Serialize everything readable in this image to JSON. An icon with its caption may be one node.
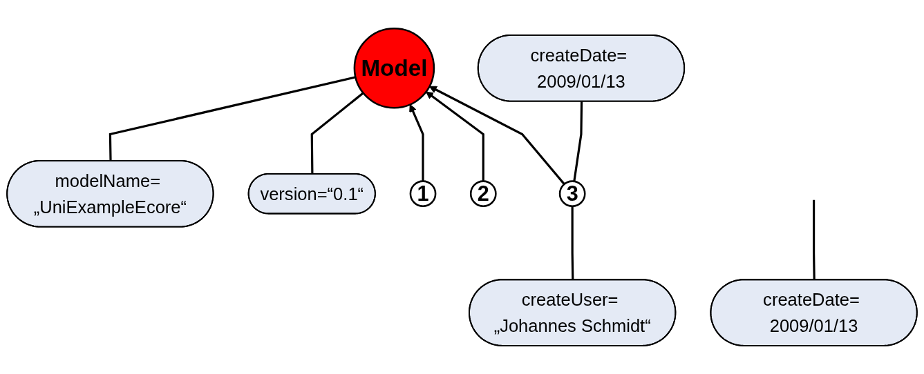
{
  "diagram": {
    "nodes": [
      {
        "text": [
          "modelName= „UniExampleEcore“"
        ]
      },
      {
        "text": [
          "Model"
        ]
      },
      {
        "text": [
          "version=“0.1“"
        ]
      },
      {
        "text": [
          "createDate= 2009/01/13"
        ]
      },
      {
        "text": [
          "createUser= „Johannes Schmidt“"
        ]
      },
      {
        "text": [
          "1"
        ]
      },
      {
        "text": [
          "2"
        ]
      },
      {
        "text": [
          "3"
        ]
      },
      {
        "text": [
          "createDate= 2009/01/13"
        ]
      }
    ],
    "edges": [
      {
        "from": 0,
        "to": 1,
        "arrow": "none"
      },
      {
        "from": 2,
        "to": 1,
        "arrow": "none"
      },
      {
        "from": 5,
        "to": 1,
        "arrow": "to"
      },
      {
        "from": 6,
        "to": 1,
        "arrow": "to"
      },
      {
        "from": 7,
        "to": 1,
        "arrow": "to"
      },
      {
        "from": 3,
        "to": null,
        "arrow": "none"
      },
      {
        "from": 4,
        "to": 7,
        "arrow": "none"
      },
      {
        "from": 7,
        "to": 8,
        "arrow": "none"
      }
    ]
  }
}
